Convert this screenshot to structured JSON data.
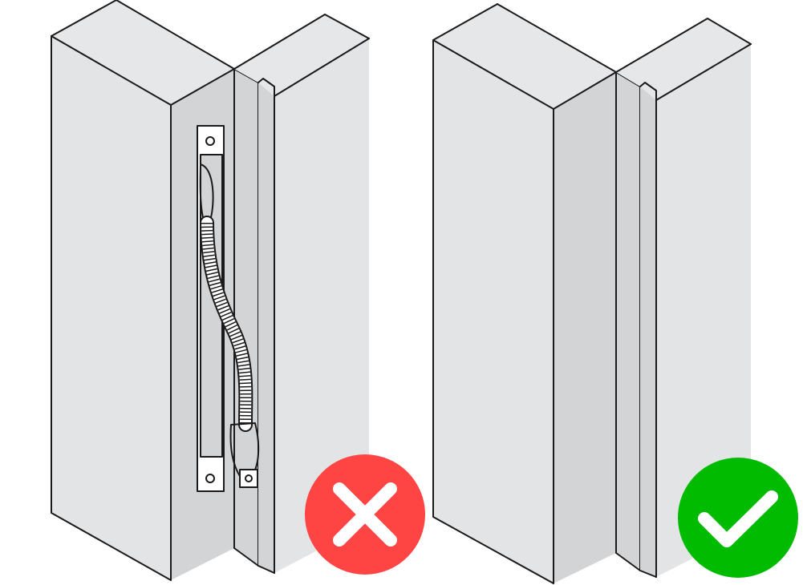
{
  "diagram": {
    "panels": [
      {
        "name": "incorrect",
        "verdict": "incorrect",
        "icon": "cross-icon",
        "shows_exposed_cable_loop": true
      },
      {
        "name": "correct",
        "verdict": "correct",
        "icon": "checkmark-icon",
        "shows_exposed_cable_loop": false
      }
    ]
  },
  "colors": {
    "line": "#1a1a1a",
    "face": "#e3e4e6",
    "side": "#d3d4d6",
    "top": "#e6e7e9",
    "plate": "#ffffff",
    "incorrect": "#ff4444",
    "correct": "#00bb00",
    "icon_mark": "#ffffff"
  }
}
